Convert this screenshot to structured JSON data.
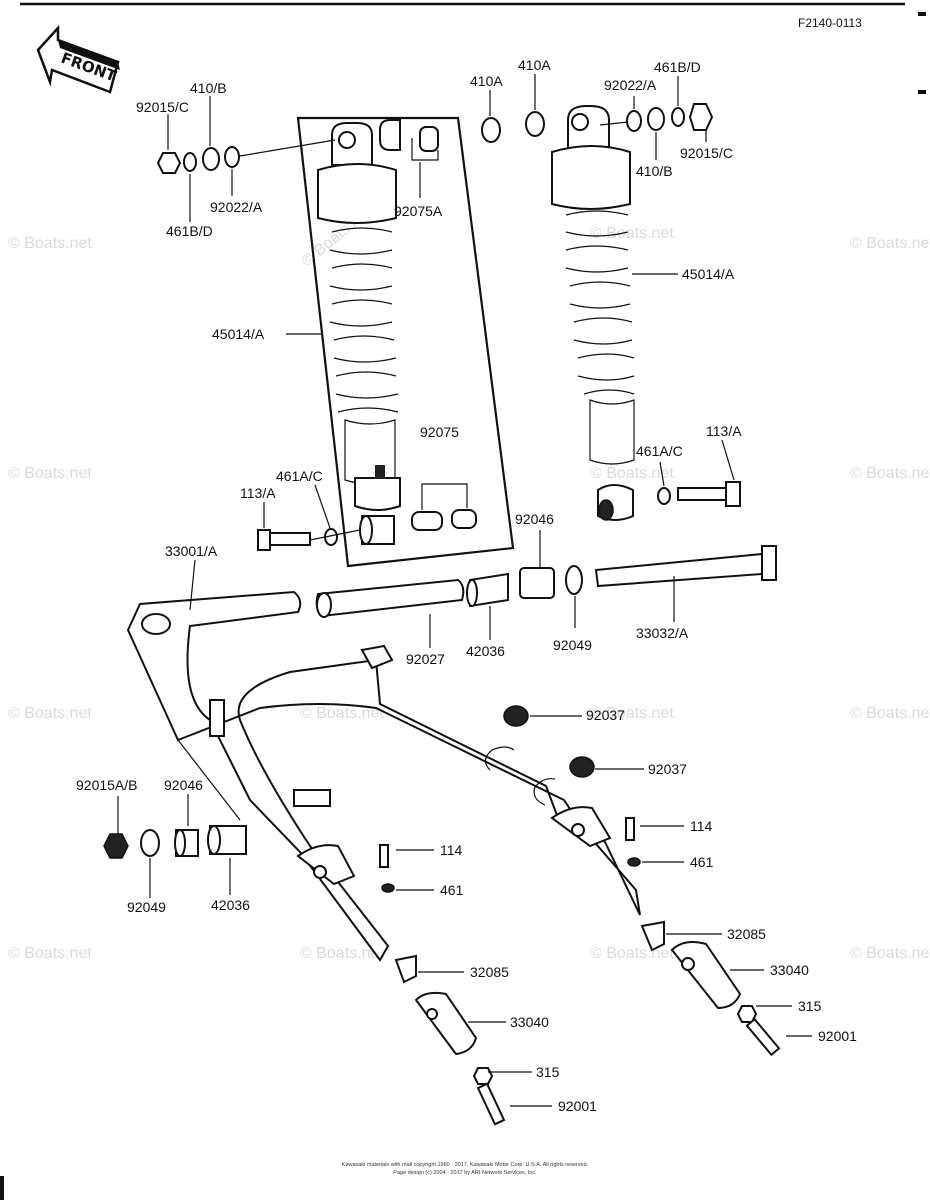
{
  "header": {
    "code": "F2140-0113",
    "front_label": "FRONT"
  },
  "watermark": "© Boats.net",
  "labels": {
    "p92015c_left": "92015/C",
    "p410b_left": "410/B",
    "p461bd_left": "461B/D",
    "p92022a_left": "92022/A",
    "p92075a": "92075A",
    "p410a_1": "410A",
    "p410a_2": "410A",
    "p92022a_right": "92022/A",
    "p461bd_right": "461B/D",
    "p410b_right": "410/B",
    "p92015c_right": "92015/C",
    "p45014a_left": "45014/A",
    "p45014a_right": "45014/A",
    "p92075": "92075",
    "p461ac_left": "461A/C",
    "p113a_left": "113/A",
    "p461ac_right": "461A/C",
    "p113a_right": "113/A",
    "p33001a": "33001/A",
    "p92046_top": "92046",
    "p92027": "92027",
    "p42036_top": "42036",
    "p92049_top": "92049",
    "p33032a": "33032/A",
    "p92037_1": "92037",
    "p92037_2": "92037",
    "p92015ab": "92015A/B",
    "p92046_left": "92046",
    "p92049_left": "92049",
    "p42036_left": "42036",
    "p114_left": "114",
    "p461_left": "461",
    "p114_right": "114",
    "p461_right": "461",
    "p32085_left": "32085",
    "p33040_left": "33040",
    "p315_left": "315",
    "p92001_left": "92001",
    "p32085_right": "32085",
    "p33040_right": "33040",
    "p315_right": "315",
    "p92001_right": "92001"
  },
  "footer": {
    "line1": "Kawasaki materials with mail copyright 1960 - 2017, Kawasaki Motor Corp. U.S.A. All rights reserved.",
    "line2": "Page design (c) 2004 - 2017 by ARI Network Services, Inc."
  }
}
